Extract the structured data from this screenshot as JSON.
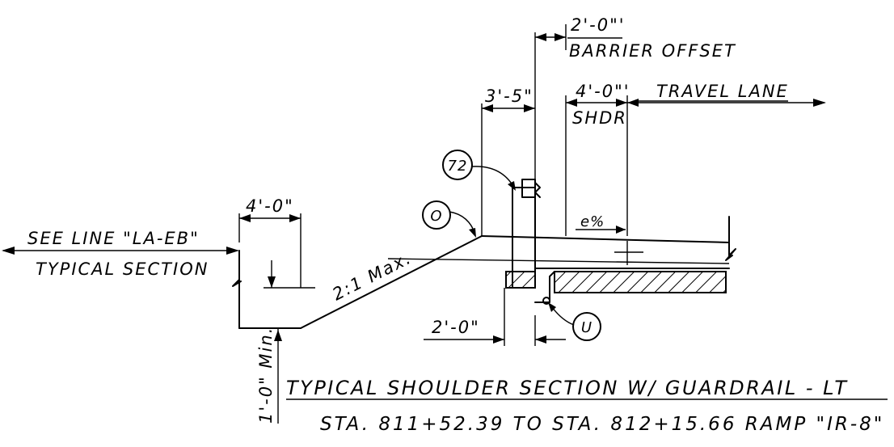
{
  "dimensions": {
    "barrier_offset_value": "2'-0\"'",
    "barrier_offset_label": "BARRIER OFFSET",
    "shoulder_value": "4'-0\"'",
    "shoulder_label": "SHDR",
    "travel_lane_label": "TRAVEL LANE",
    "post_width": "3'-5\"",
    "ditch_width": "4'-0\"",
    "ditch_depth": "1'-0\" Min.",
    "bottom_offset": "2'-0\""
  },
  "side_note": {
    "line1": "SEE LINE \"LA-EB\"",
    "line2": "TYPICAL SECTION"
  },
  "slopes": {
    "foreslope": "2:1 Max.",
    "cross_slope": "e%"
  },
  "callouts": {
    "guardrail": "72",
    "hinge_point": "O",
    "underdrain": "U"
  },
  "title": {
    "main": "TYPICAL SHOULDER SECTION W/ GUARDRAIL - LT",
    "station": "STA. 811+52.39 TO STA. 812+15.66 RAMP \"IR-8\""
  }
}
